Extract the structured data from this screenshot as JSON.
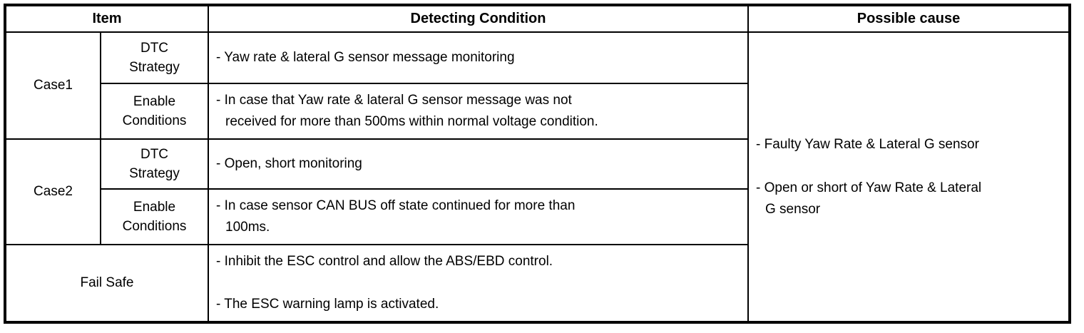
{
  "headers": {
    "item": "Item",
    "detecting_condition": "Detecting Condition",
    "possible_cause": "Possible cause"
  },
  "item_column": {
    "case1": {
      "name": "Case1",
      "dtc_strategy_label": "DTC\nStrategy",
      "enable_conditions_label": "Enable\nConditions"
    },
    "case2": {
      "name": "Case2",
      "dtc_strategy_label": "DTC\nStrategy",
      "enable_conditions_label": "Enable\nConditions"
    },
    "fail_safe_label": "Fail Safe"
  },
  "detecting_condition": {
    "case1_dtc_strategy": "- Yaw rate & lateral G sensor message monitoring",
    "case1_enable_conditions": "- In case that Yaw rate & lateral G sensor message was not\nreceived for more than 500ms within normal voltage condition.",
    "case2_dtc_strategy": "- Open, short monitoring",
    "case2_enable_conditions": "- In case sensor CAN BUS off state continued for more than\n100ms.",
    "fail_safe": [
      "- Inhibit the ESC control and allow the ABS/EBD control.",
      "- The ESC warning lamp is activated."
    ]
  },
  "possible_cause": [
    "- Faulty Yaw Rate & Lateral G sensor",
    "- Open or short of Yaw Rate & Lateral\nG sensor"
  ]
}
